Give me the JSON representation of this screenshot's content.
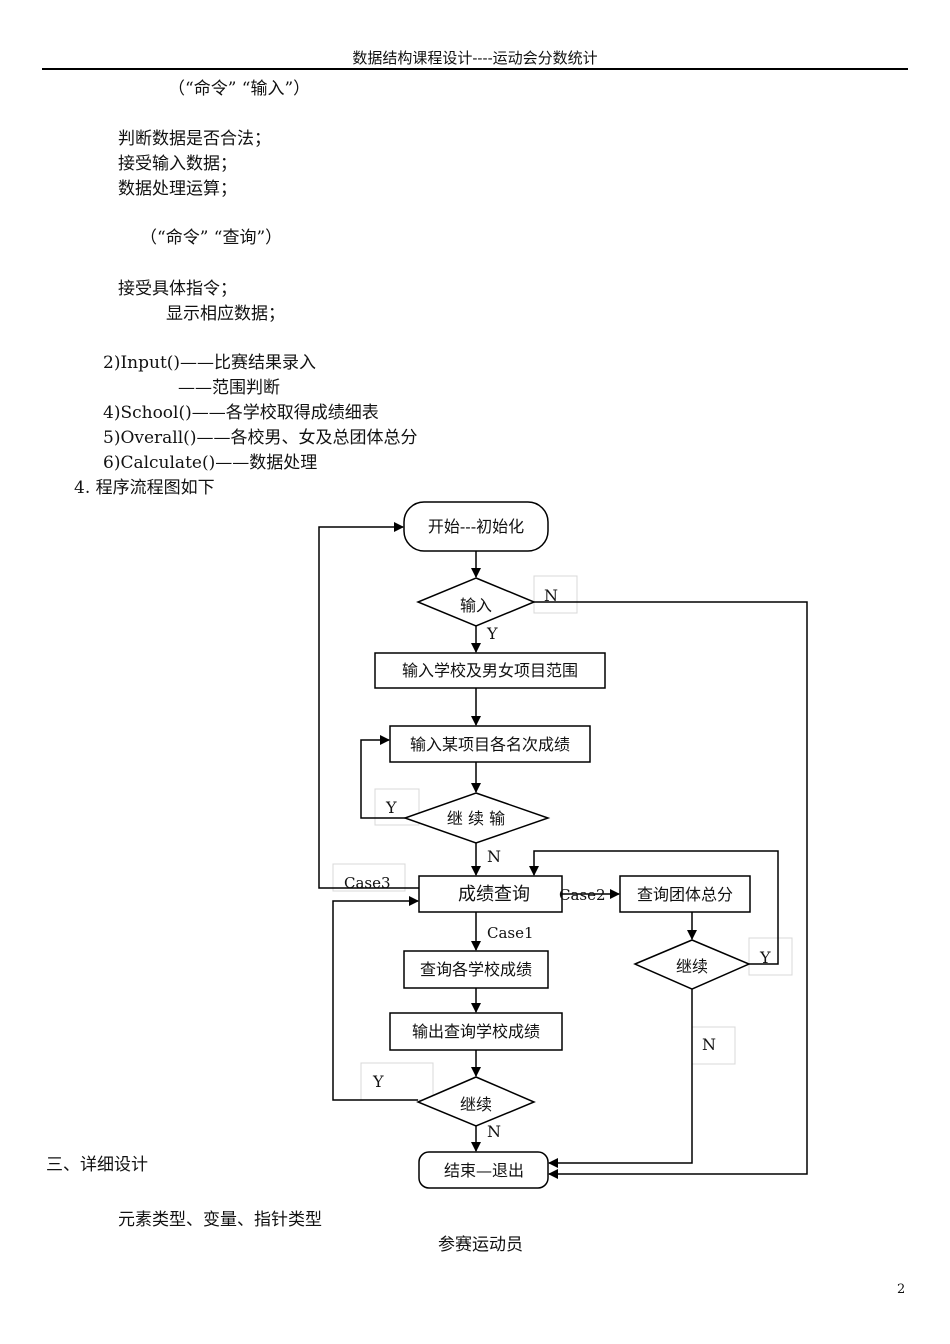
{
  "header": {
    "title": "数据结构课程设计----运动会分数统计"
  },
  "body_lines": {
    "cmd_input": "（“命令”  “输入”）",
    "l1": "判断数据是否合法；",
    "l2": "接受输入数据；",
    "l3": "数据处理运算；",
    "cmd_query": "（“命令”  “查询”）",
    "l4": "接受具体指令；",
    "l5": "显示相应数据；",
    "f2": "2)Input()——比赛结果录入",
    "f2b": "——范围判断",
    "f4": "4)School()——各学校取得成绩细表",
    "f5": "5)Overall()——各校男、女及总团体总分",
    "f6": "6)Calculate()——数据处理",
    "s4": "4.  程序流程图如下"
  },
  "flowchart": {
    "start": "开始---初始化",
    "input_decision": "输入",
    "n1": "N",
    "y1": "Y",
    "input_range": "输入学校及男女项目范围",
    "input_scores": "输入某项目各名次成绩",
    "y2": "Y",
    "continue_input": "继 续 输",
    "n2": "N",
    "case3": "Case3",
    "query": "成绩查询",
    "case2": "Case2",
    "team_total": "查询团体总分",
    "case1": "Case1",
    "school_scores": "查询各学校成绩",
    "continue_right": "继续",
    "y3": "Y",
    "output_scores": "输出查询学校成绩",
    "n3": "N",
    "y4": "Y",
    "continue_bottom": "继续",
    "n4": "N",
    "end": "结束—退出"
  },
  "section3": "三、详细设计",
  "types_line": "元素类型、变量、指针类型",
  "athlete": "参赛运动员",
  "page_number": "2"
}
